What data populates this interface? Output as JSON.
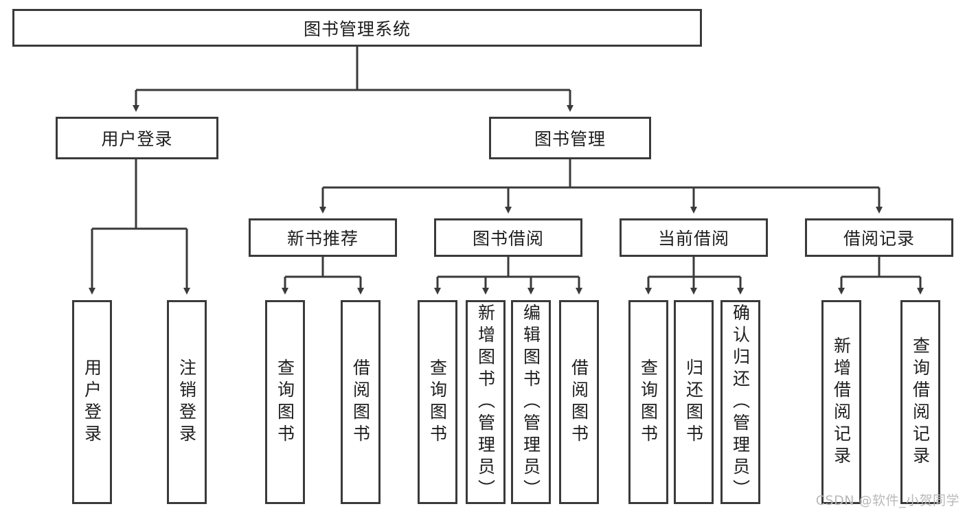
{
  "diagram": {
    "type": "tree",
    "title": "图书管理系统",
    "root": {
      "label": "图书管理系统"
    },
    "level1": [
      {
        "label": "用户登录"
      },
      {
        "label": "图书管理"
      }
    ],
    "level2": [
      {
        "label": "新书推荐"
      },
      {
        "label": "图书借阅"
      },
      {
        "label": "当前借阅"
      },
      {
        "label": "借阅记录"
      }
    ],
    "leaves": {
      "user_login": [
        {
          "label": "用户登录"
        },
        {
          "label": "注销登录"
        }
      ],
      "new_book_recommend": [
        {
          "label": "查询图书"
        },
        {
          "label": "借阅图书"
        }
      ],
      "book_borrow": [
        {
          "label": "查询图书"
        },
        {
          "label": "新增图书（管理员）"
        },
        {
          "label": "编辑图书（管理员）"
        },
        {
          "label": "借阅图书"
        }
      ],
      "current_borrow": [
        {
          "label": "查询图书"
        },
        {
          "label": "归还图书"
        },
        {
          "label": "确认归还（管理员）"
        }
      ],
      "borrow_records": [
        {
          "label": "新增借阅记录"
        },
        {
          "label": "查询借阅记录"
        }
      ]
    }
  },
  "watermark": {
    "text": "CSDN @软件_小贺同学"
  },
  "colors": {
    "border": "#3a3a3a",
    "text": "#1d1d1d",
    "background": "#ffffff",
    "watermark": "#b9b9b9"
  }
}
